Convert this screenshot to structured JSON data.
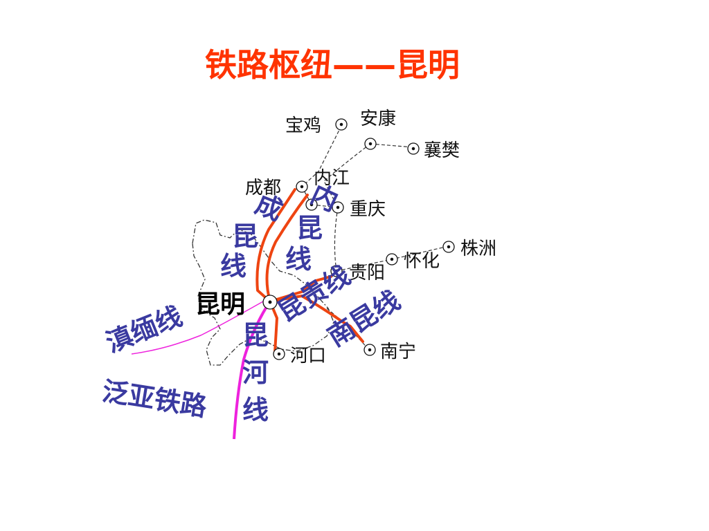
{
  "title": "铁路枢纽——昆明",
  "colors": {
    "title": "#ff3300",
    "railway": "#ee4411",
    "foreign_railway": "#ee22dd",
    "line_label": "#3a3aa0",
    "border": "#333333"
  },
  "hub": {
    "name": "昆明"
  },
  "cities": {
    "baoji": "宝鸡",
    "ankang": "安康",
    "xiangfan": "襄樊",
    "chengdu": "成都",
    "neijiang": "内江",
    "chongqing": "重庆",
    "zhuzhou": "株洲",
    "huaihua": "怀化",
    "guiyang": "贵阳",
    "hekou": "河口",
    "nanning": "南宁"
  },
  "lines": {
    "chengkun": [
      "成",
      "昆",
      "线"
    ],
    "neikun": [
      "内",
      "昆",
      "线"
    ],
    "kungui": "昆贵线",
    "nankun": "南昆线",
    "dianmian": "滇缅线",
    "kunhe": [
      "昆",
      "河",
      "线"
    ],
    "fanya": "泛亚铁路"
  }
}
